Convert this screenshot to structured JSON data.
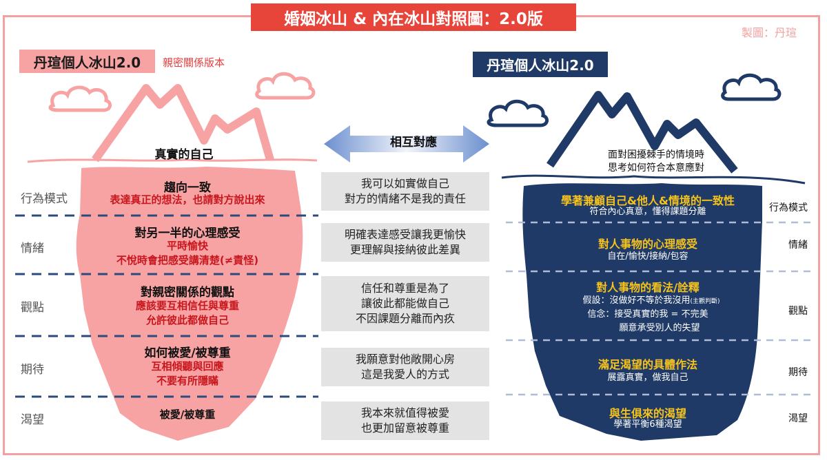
{
  "title": "婚姻冰山 & 內在冰山對照圖：2.0版",
  "credit": "製圖：丹瑄",
  "left": {
    "title": "丹瑄個人冰山2.0",
    "subtitle": "親密關係版本",
    "top_label": "真實的自己",
    "levels": [
      {
        "category": "行為模式",
        "heading": "趨向一致",
        "sub": [
          "表達真正的想法，也請對方說出來"
        ]
      },
      {
        "category": "情緒",
        "heading": "對另一半的心理感受",
        "sub": [
          "平時愉快",
          "不悅時會把感受講清楚(≠責怪)"
        ]
      },
      {
        "category": "觀點",
        "heading": "對親密關係的觀點",
        "sub": [
          "應該要互相信任與尊重",
          "允許彼此都做自己"
        ]
      },
      {
        "category": "期待",
        "heading": "如何被愛/被尊重",
        "sub": [
          "互相傾聽與回應",
          "不要有所隱瞞"
        ]
      },
      {
        "category": "渴望",
        "heading": "被愛/被尊重",
        "sub": []
      }
    ]
  },
  "middle": {
    "arrow_label": "相互對應",
    "boxes": [
      [
        "我可以如實做自己",
        "對方的情緒不是我的責任"
      ],
      [
        "明確表達感受讓我更愉快",
        "更理解與接納彼此差異"
      ],
      [
        "信任和尊重是為了",
        "讓彼此都能做自己",
        "不因課題分離而內疚"
      ],
      [
        "我願意對他敞開心房",
        "這是我愛人的方式"
      ],
      [
        "我本來就值得被愛",
        "也更加留意被尊重"
      ]
    ]
  },
  "right": {
    "title": "丹瑄個人冰山2.0",
    "top_label": [
      "面對困擾棘手的情境時",
      "思考如何符合本意應對"
    ],
    "levels": [
      {
        "category": "行為模式",
        "heading": "學著兼顧自己&他人&情境的一致性",
        "sub": [
          "符合內心真意，懂得課題分離"
        ]
      },
      {
        "category": "情緒",
        "heading": "對人事物的心理感受",
        "sub": [
          "自在/愉快/接納/包容"
        ]
      },
      {
        "category": "觀點",
        "heading": "對人事物的看法/詮釋",
        "sub": [
          "假設：沒做好不等於我沒用",
          "信念：接受真實的我 = 不完美",
          "願意承受別人的失望"
        ],
        "note": "(主觀判斷)"
      },
      {
        "category": "期待",
        "heading": "滿足渴望的具體作法",
        "sub": [
          "展露真實，做我自己"
        ]
      },
      {
        "category": "渴望",
        "heading": "與生俱來的渴望",
        "sub": [
          "學著平衡6種渴望"
        ]
      }
    ]
  },
  "colors": {
    "pink": "#f7a3a3",
    "red": "#e8453a",
    "navy": "#1f3a66",
    "yellow": "#f6c21c",
    "dash_left": "#2b4a7e",
    "dash_right": "#b0bcd6",
    "box_gray": "#e3e3e3"
  }
}
